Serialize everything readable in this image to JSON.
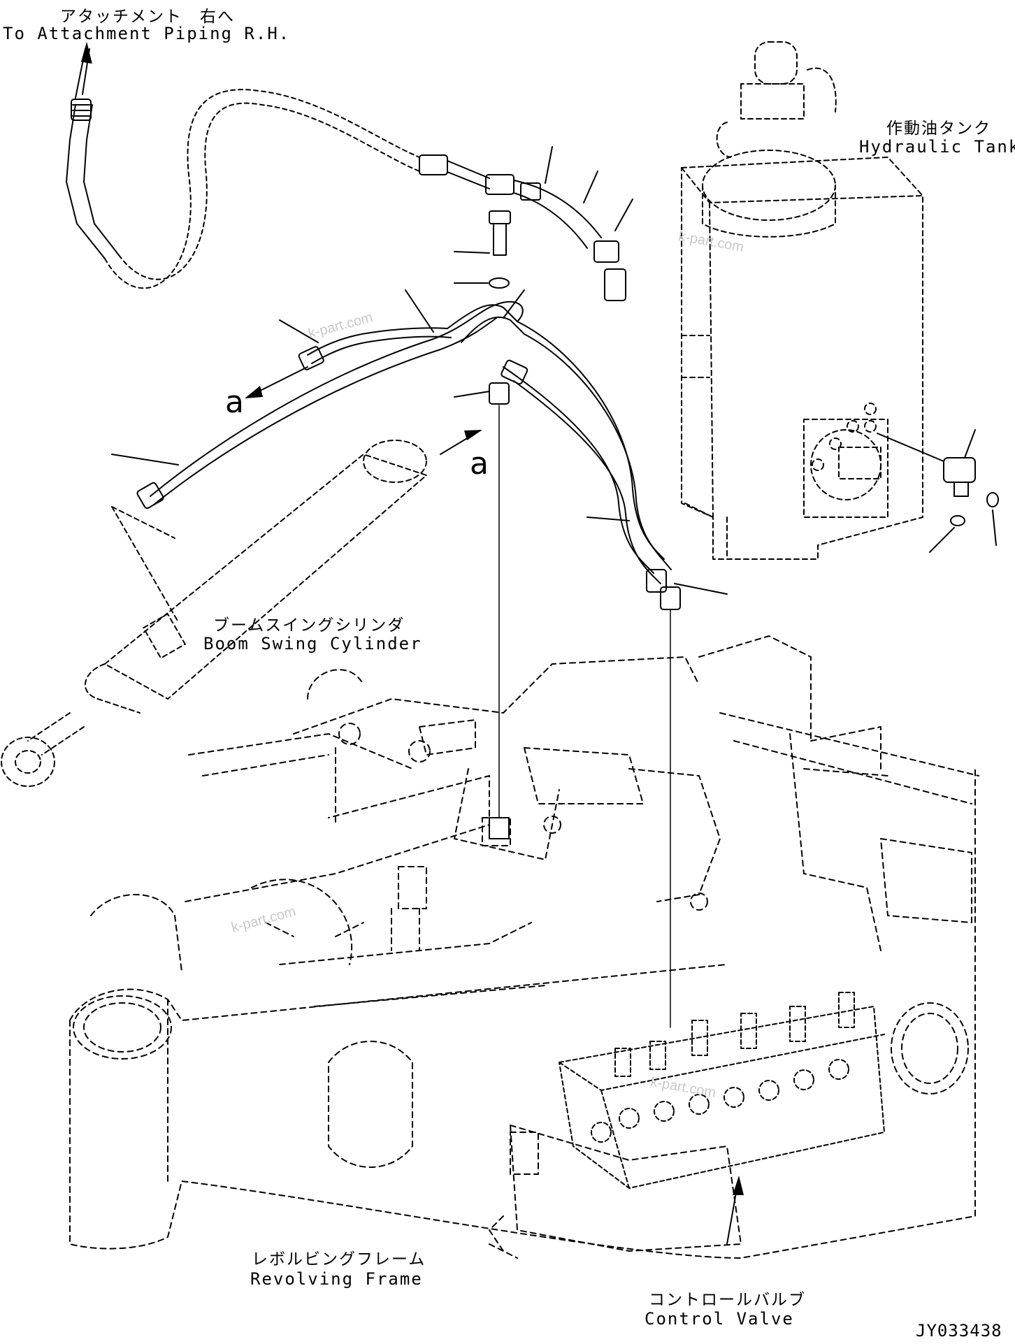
{
  "labels": {
    "attachment_jp": "アタッチメント　右へ",
    "attachment_en": "To Attachment Piping R.H.",
    "tank_jp": "作動油タンク",
    "tank_en": "Hydraulic Tank",
    "cylinder_jp": "ブームスイングシリンダ",
    "cylinder_en": "Boom Swing Cylinder",
    "frame_jp": "レボルビングフレーム",
    "frame_en": "Revolving Frame",
    "valve_jp": "コントロールバルブ",
    "valve_en": "Control Valve",
    "ref_a1": "a",
    "ref_a2": "a",
    "drawing_code": "JY033438"
  },
  "watermark": {
    "text1": "k-part.com",
    "text2": "k-part.com",
    "text3": "k-part.com",
    "text4": "k-part.com"
  }
}
